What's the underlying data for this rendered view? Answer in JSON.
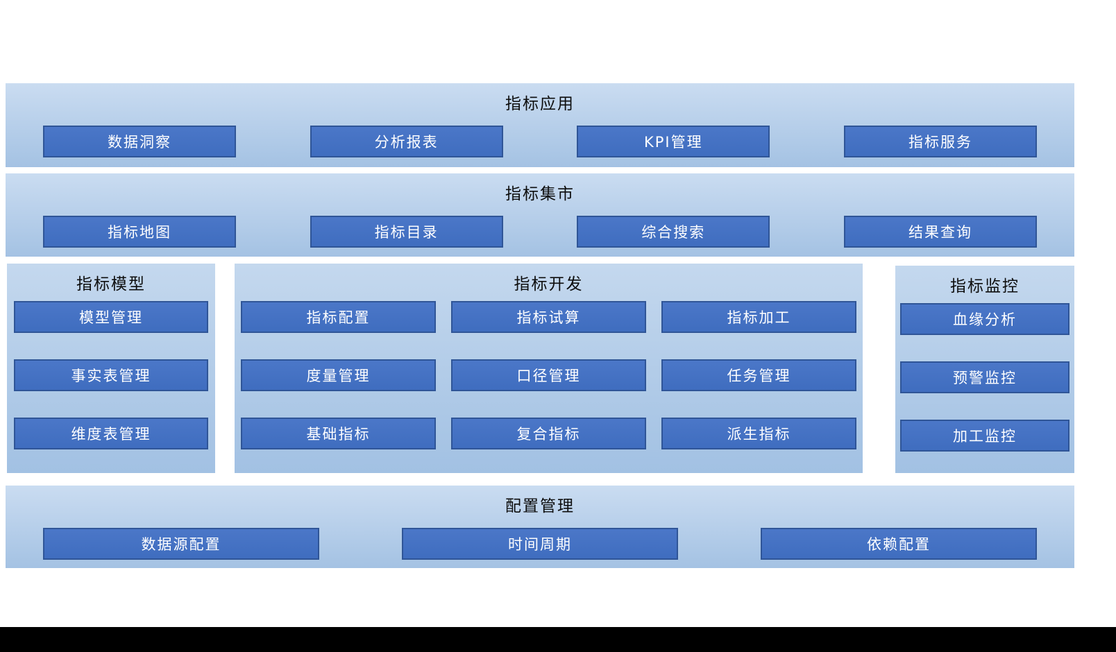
{
  "colors": {
    "band_gradient_top": "#cadcf1",
    "band_gradient_bottom": "#a4c2e3",
    "box_fill": "#4472c4",
    "box_border": "#2f5597",
    "box_text": "#ffffff",
    "title_text": "#0d0d0d",
    "footer_bar": "#000000"
  },
  "sections": {
    "app": {
      "title": "指标应用",
      "items": [
        "数据洞察",
        "分析报表",
        "KPI管理",
        "指标服务"
      ]
    },
    "market": {
      "title": "指标集市",
      "items": [
        "指标地图",
        "指标目录",
        "综合搜索",
        "结果查询"
      ]
    },
    "model": {
      "title": "指标模型",
      "items": [
        "模型管理",
        "事实表管理",
        "维度表管理"
      ]
    },
    "dev": {
      "title": "指标开发",
      "items": [
        "指标配置",
        "指标试算",
        "指标加工",
        "度量管理",
        "口径管理",
        "任务管理",
        "基础指标",
        "复合指标",
        "派生指标"
      ]
    },
    "monitor": {
      "title": "指标监控",
      "items": [
        "血缘分析",
        "预警监控",
        "加工监控"
      ]
    },
    "config": {
      "title": "配置管理",
      "items": [
        "数据源配置",
        "时间周期",
        "依赖配置"
      ]
    }
  }
}
